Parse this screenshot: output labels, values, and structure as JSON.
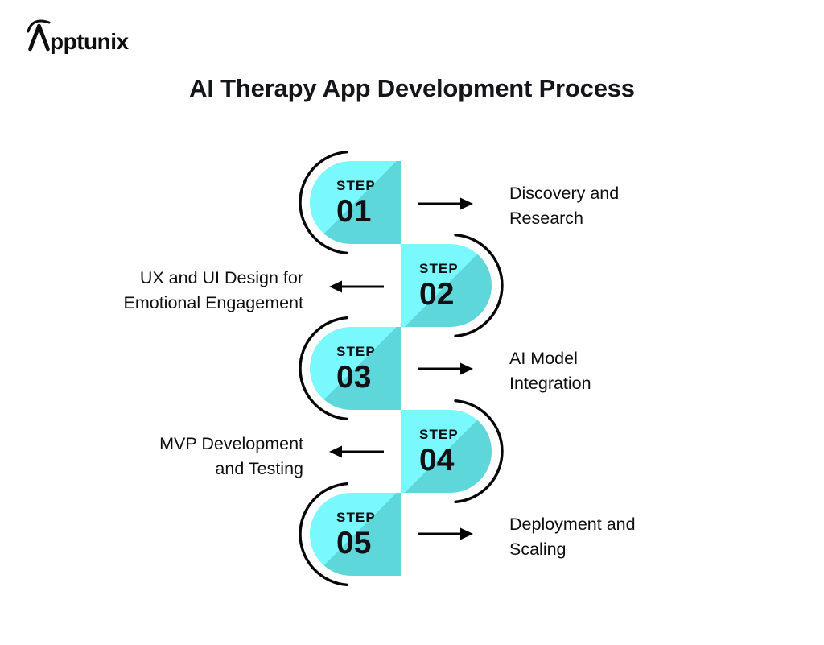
{
  "logo": {
    "text": "pptunix",
    "full_name": "Apptunix",
    "mark": "stylized-A-with-arc"
  },
  "title": "AI Therapy App Development Process",
  "colors": {
    "cyan_bright": "#79F8FD",
    "teal": "#5ED7DA",
    "ink": "#111111",
    "line_black": "#070707",
    "background": "#FFFFFF"
  },
  "steps": [
    {
      "step_word": "STEP",
      "number": "01",
      "side": "right",
      "label_line1": "Discovery and",
      "label_line2": "Research"
    },
    {
      "step_word": "STEP",
      "number": "02",
      "side": "left",
      "label_line1": "UX and UI Design for",
      "label_line2": "Emotional Engagement"
    },
    {
      "step_word": "STEP",
      "number": "03",
      "side": "right",
      "label_line1": "AI Model",
      "label_line2": "Integration"
    },
    {
      "step_word": "STEP",
      "number": "04",
      "side": "left",
      "label_line1": "MVP Development",
      "label_line2": "and Testing"
    },
    {
      "step_word": "STEP",
      "number": "05",
      "side": "right",
      "label_line1": "Deployment and",
      "label_line2": "Scaling"
    }
  ]
}
